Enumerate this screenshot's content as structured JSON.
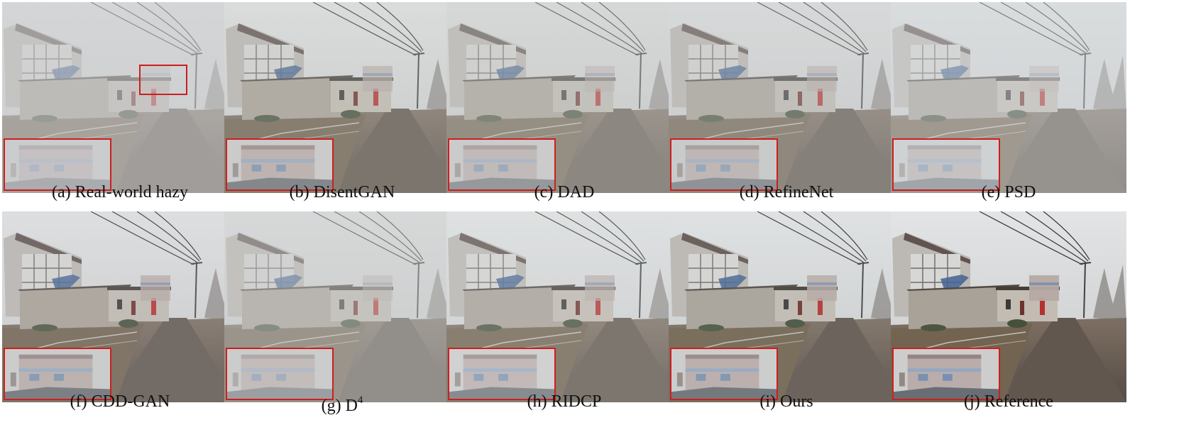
{
  "figure": {
    "panels": [
      {
        "id": "a",
        "caption_prefix": "(a) ",
        "caption_main": "Real-world hazy",
        "caption_sup": "",
        "haze": 0.62,
        "tint": "#c9cbcd",
        "show_roi": true
      },
      {
        "id": "b",
        "caption_prefix": "(b) ",
        "caption_main": "DisentGAN",
        "caption_sup": "",
        "haze": 0.3,
        "tint": "#c2c6c4",
        "show_roi": false
      },
      {
        "id": "c",
        "caption_prefix": "(c) ",
        "caption_main": "DAD",
        "caption_sup": "",
        "haze": 0.45,
        "tint": "#c6c8c6",
        "show_roi": false
      },
      {
        "id": "d",
        "caption_prefix": "(d) ",
        "caption_main": "RefineNet",
        "caption_sup": "",
        "haze": 0.4,
        "tint": "#c3c5c5",
        "show_roi": false
      },
      {
        "id": "e",
        "caption_prefix": "(e) ",
        "caption_main": "PSD",
        "caption_sup": "",
        "haze": 0.5,
        "tint": "#cfd3d6",
        "show_roi": false
      },
      {
        "id": "f",
        "caption_prefix": "(f) ",
        "caption_main": "CDD-GAN",
        "caption_sup": "",
        "haze": 0.22,
        "tint": "#c4c6c8",
        "show_roi": false
      },
      {
        "id": "g",
        "caption_prefix": "(g) ",
        "caption_main": "D",
        "caption_sup": "4",
        "haze": 0.5,
        "tint": "#c8cac9",
        "show_roi": false
      },
      {
        "id": "h",
        "caption_prefix": "(h) ",
        "caption_main": "RIDCP",
        "caption_sup": "",
        "haze": 0.28,
        "tint": "#d2d4d5",
        "show_roi": false
      },
      {
        "id": "i",
        "caption_prefix": "(i) ",
        "caption_main": "Ours",
        "caption_sup": "",
        "haze": 0.15,
        "tint": "#c4c6c8",
        "show_roi": false
      },
      {
        "id": "j",
        "caption_prefix": "(j) ",
        "caption_main": "Reference",
        "caption_sup": "",
        "haze": 0.05,
        "tint": "#c2c5c8",
        "show_roi": false
      }
    ],
    "colors": {
      "inset_border": "#cc1f1f",
      "sky": "#d5d7d9",
      "wall": "#a8a197",
      "road": "#6d6258",
      "wire": "#2b2b2b",
      "door": "#b52a2a"
    }
  }
}
